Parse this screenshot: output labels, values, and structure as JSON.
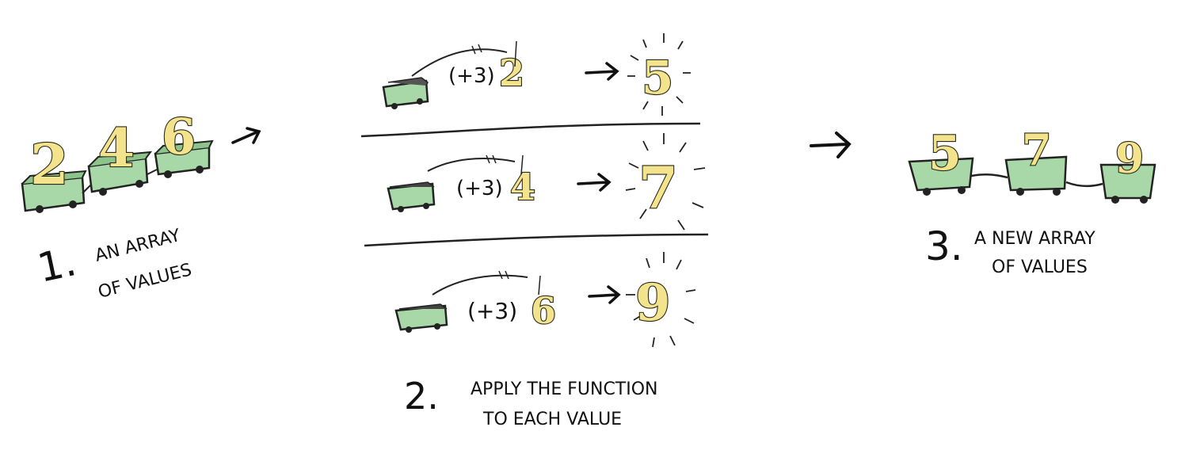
{
  "step1": {
    "number": "1.",
    "line1": "AN ARRAY",
    "line2": "OF VALUES",
    "values": [
      "2",
      "4",
      "6"
    ]
  },
  "step2": {
    "number": "2.",
    "line1": "APPLY THE FUNCTION",
    "line2": "TO EACH VALUE",
    "rows": [
      {
        "func": "(+3)",
        "input": "2",
        "output": "5"
      },
      {
        "func": "(+3)",
        "input": "4",
        "output": "7"
      },
      {
        "func": "(+3)",
        "input": "6",
        "output": "9"
      }
    ]
  },
  "step3": {
    "number": "3.",
    "line1": "A NEW ARRAY",
    "line2": "OF VALUES",
    "values": [
      "5",
      "7",
      "9"
    ]
  },
  "colors": {
    "cart": "#a8d8a8",
    "digit": "#f3e38c",
    "ink": "#111111"
  }
}
